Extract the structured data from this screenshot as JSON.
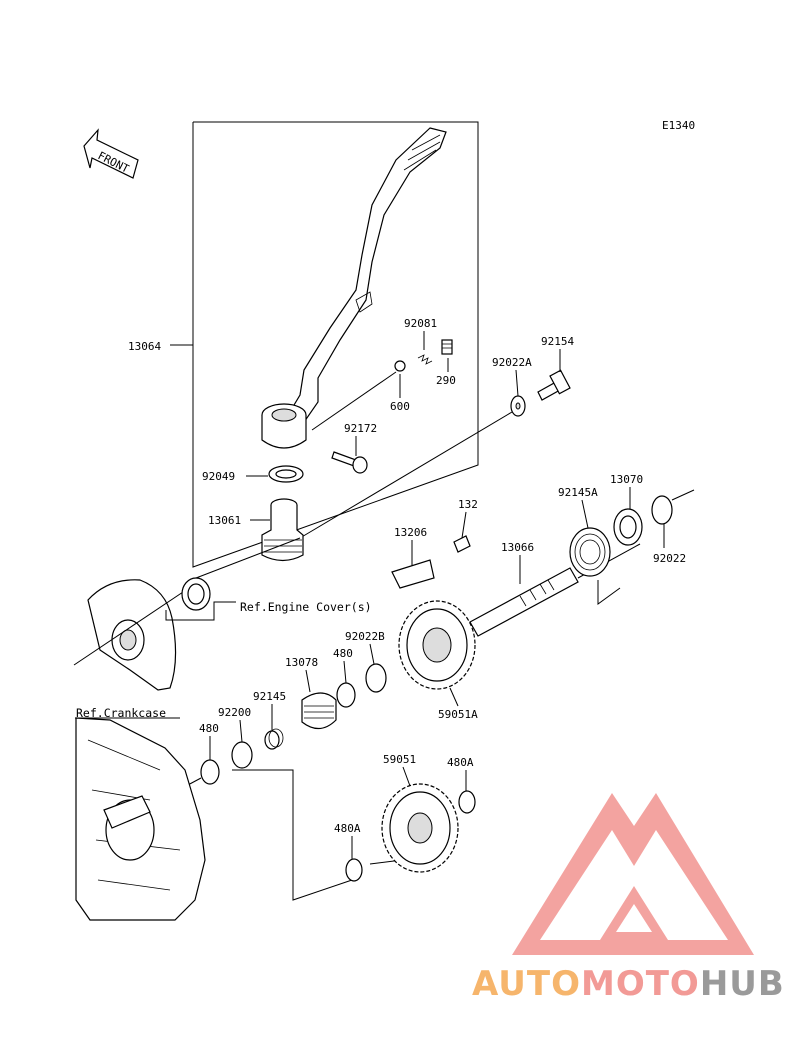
{
  "diagram_code": "E1340",
  "front_arrow": {
    "label": "FRONT"
  },
  "parts": [
    {
      "number": "13064"
    },
    {
      "number": "92081"
    },
    {
      "number": "290"
    },
    {
      "number": "600"
    },
    {
      "number": "92154"
    },
    {
      "number": "92022A"
    },
    {
      "number": "92172"
    },
    {
      "number": "92049"
    },
    {
      "number": "13061"
    },
    {
      "number": "132"
    },
    {
      "number": "13206"
    },
    {
      "number": "13066"
    },
    {
      "number": "92145A"
    },
    {
      "number": "13070"
    },
    {
      "number": "92022"
    },
    {
      "number": "13078"
    },
    {
      "number": "480"
    },
    {
      "number": "92022B"
    },
    {
      "number": "59051A"
    },
    {
      "number": "92145"
    },
    {
      "number": "92200"
    },
    {
      "number": "480"
    },
    {
      "number": "59051"
    },
    {
      "number": "480A"
    },
    {
      "number": "480A"
    }
  ],
  "references": [
    {
      "text": "Ref.Engine Cover(s)"
    },
    {
      "text": "Ref.Crankcase"
    }
  ],
  "watermark": {
    "parts": [
      "AUTO",
      "MOTO",
      "HUB"
    ],
    "colors": {
      "auto": "#f6b56c",
      "moto": "#f29a96",
      "hub": "#9a9a9a",
      "logo": "#f29a96"
    }
  }
}
